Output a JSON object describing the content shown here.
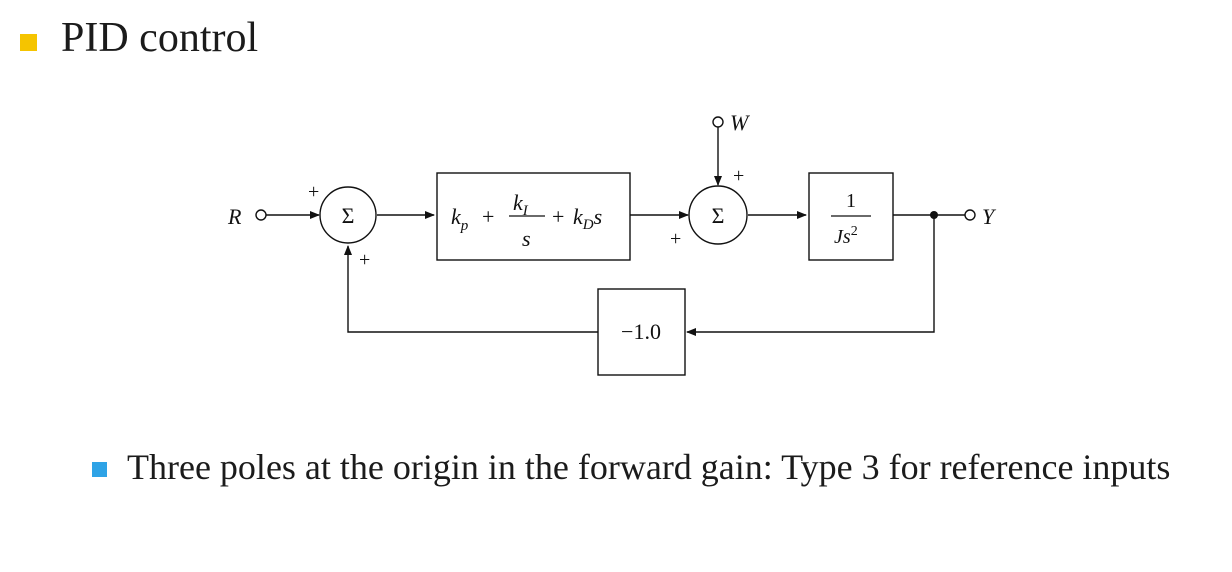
{
  "slide": {
    "title": "PID control",
    "bullet_text": "Three poles at the origin in the forward gain:  Type 3 for reference inputs"
  },
  "diagram": {
    "input_label": "R",
    "output_label": "Y",
    "disturbance_label": "W",
    "sum_symbol": "Σ",
    "plus_sign": "+",
    "controller": {
      "kp": "k",
      "kp_sub": "p",
      "ki": "k",
      "ki_sub": "I",
      "s_den": "s",
      "kd": "k",
      "kd_sub": "D",
      "kd_s": "s",
      "plus": "+"
    },
    "plant": {
      "numerator": "1",
      "den_J": "J",
      "den_s": "s",
      "den_exp": "2"
    },
    "feedback_gain": "−1.0"
  },
  "colors": {
    "title_bullet": "#f5c400",
    "sub_bullet": "#2ea3e6",
    "line": "#111111"
  }
}
